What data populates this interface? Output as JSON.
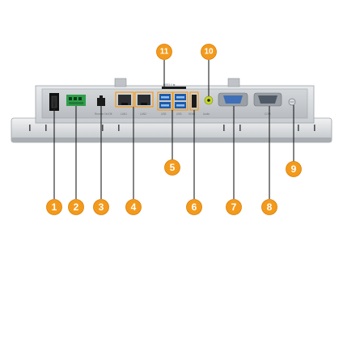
{
  "panel_labels": {
    "remote": "Remote On/Off",
    "lan1": "LAN1",
    "lan2": "LAN2",
    "usb_a": "USB",
    "usb_b": "USB",
    "hdmi": "HDMI",
    "audio": "Audio",
    "com": "COM",
    "top_usb_label": "USB3.0 ⇆"
  },
  "callouts": [
    {
      "id": "c1",
      "number": "1"
    },
    {
      "id": "c2",
      "number": "2"
    },
    {
      "id": "c3",
      "number": "3"
    },
    {
      "id": "c4",
      "number": "4"
    },
    {
      "id": "c5",
      "number": "5"
    },
    {
      "id": "c6",
      "number": "6"
    },
    {
      "id": "c7",
      "number": "7"
    },
    {
      "id": "c8",
      "number": "8"
    },
    {
      "id": "c9",
      "number": "9"
    },
    {
      "id": "c10",
      "number": "10"
    },
    {
      "id": "c11",
      "number": "11"
    }
  ],
  "colors": {
    "callout_fill": "#f39a1c",
    "callout_text": "#ffffff",
    "leader_line": "#1e1e1e",
    "chassis": "#d9dcdf",
    "panel": "#c7cbcf",
    "usb_blue": "#2e74c9",
    "terminal_green": "#2f9e4a",
    "vga_blue": "#3f6fb6",
    "audio_lime": "#c5d82a"
  }
}
